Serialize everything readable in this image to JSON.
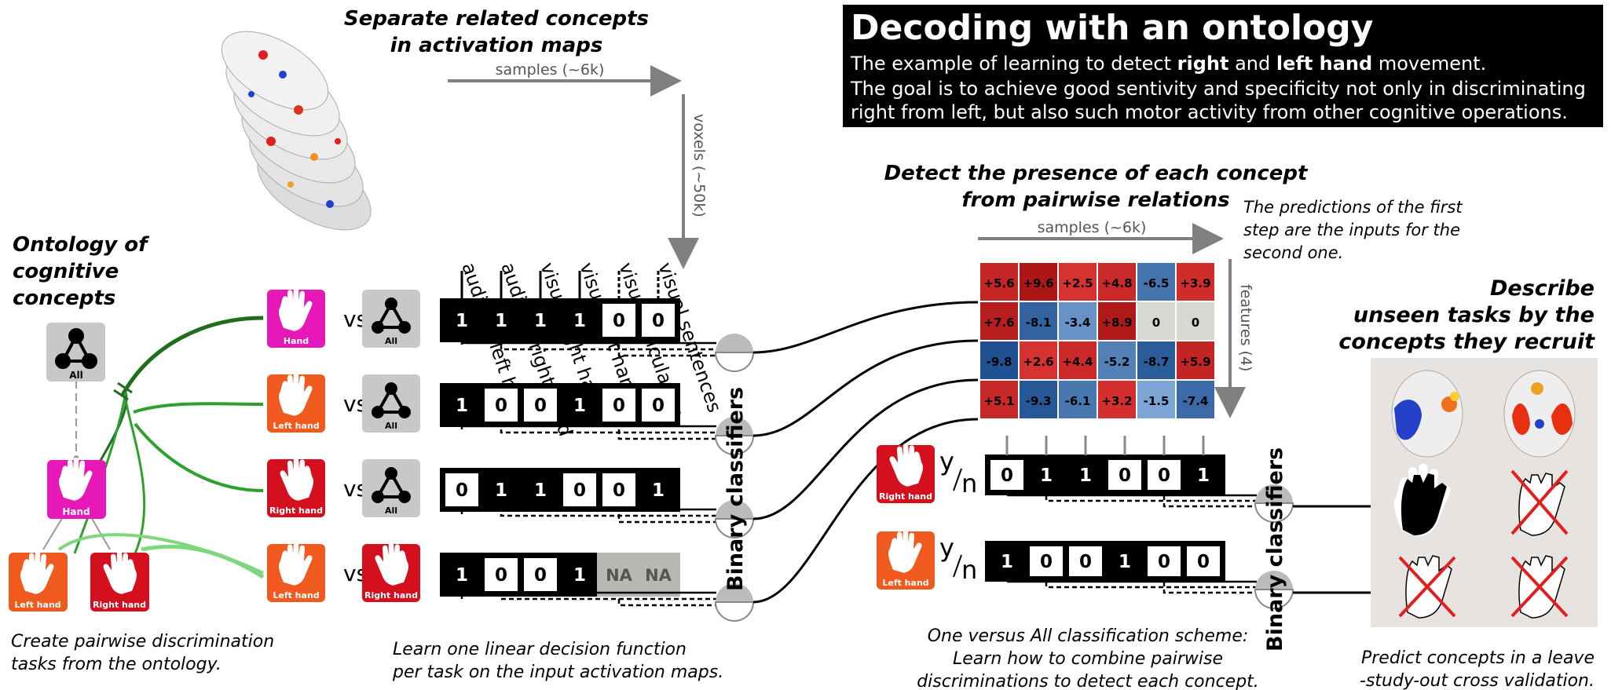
{
  "header": {
    "title": "Decoding with an ontology",
    "line1_pre": "The example of learning to detect ",
    "line1_b1": "right",
    "line1_mid": " and ",
    "line1_b2": "left hand",
    "line1_post": " movement.",
    "line2": "The goal is to achieve good sentivity and specificity not only in discriminating right from left, but also such motor activity from other cognitive operations."
  },
  "ontology": {
    "heading": [
      "Ontology of",
      "cognitive",
      "concepts"
    ],
    "nodes": {
      "all": "All",
      "hand": "Hand",
      "left": "Left hand",
      "right": "Right hand"
    },
    "caption": [
      "Create pairwise discrimination",
      "tasks from the ontology."
    ]
  },
  "maps": {
    "heading": [
      "Separate related concepts",
      "in activation maps"
    ],
    "samples": "samples (~6k)",
    "voxels": "voxels (~50k)",
    "columns": [
      "auditory left hand",
      "auditory right hand",
      "visual right hand",
      "visual left hand",
      "visual calculation",
      "visual sentences"
    ]
  },
  "pairwise": {
    "vs": "vs",
    "rows": [
      {
        "a": "Hand",
        "b": "All",
        "cells": [
          "1",
          "1",
          "1",
          "1",
          "0",
          "0"
        ]
      },
      {
        "a": "Left hand",
        "b": "All",
        "cells": [
          "1",
          "0",
          "0",
          "1",
          "0",
          "0"
        ]
      },
      {
        "a": "Right hand",
        "b": "All",
        "cells": [
          "0",
          "1",
          "1",
          "0",
          "0",
          "1"
        ]
      },
      {
        "a": "Left hand",
        "b": "Right hand",
        "cells": [
          "1",
          "0",
          "0",
          "1",
          "NA",
          "NA"
        ]
      }
    ],
    "classifiers_label": "Binary classifiers",
    "caption": [
      "Learn one linear decision function",
      "per task on the input activation maps."
    ]
  },
  "detect": {
    "heading": [
      "Detect the presence of each concept",
      "from pairwise relations"
    ],
    "note": [
      "The predictions of the first",
      "step are the inputs for the",
      "second one."
    ],
    "samples": "samples (~6k)",
    "features": "features (4)",
    "matrix": [
      [
        "+5.6",
        "+9.6",
        "+2.5",
        "+4.8",
        "-6.5",
        "+3.9"
      ],
      [
        "+7.6",
        "-8.1",
        "-3.4",
        "+8.9",
        "0",
        "0"
      ],
      [
        "-9.8",
        "+2.6",
        "+4.4",
        "-5.2",
        "-8.7",
        "+5.9"
      ],
      [
        "+5.1",
        "-9.3",
        "-6.1",
        "+3.2",
        "-1.5",
        "-7.4"
      ]
    ],
    "yn_y": "y",
    "yn_n": "n",
    "rows": [
      {
        "label": "Right hand",
        "cells": [
          "0",
          "1",
          "1",
          "0",
          "0",
          "1"
        ]
      },
      {
        "label": "Left hand",
        "cells": [
          "1",
          "0",
          "0",
          "1",
          "0",
          "0"
        ]
      }
    ],
    "classifiers_label": "Binary classifiers",
    "caption": [
      "One versus All classification scheme:",
      "Learn how to combine pairwise",
      "discriminations to detect each concept."
    ]
  },
  "describe": {
    "heading": [
      "Describe",
      "unseen tasks by the",
      "concepts they recruit"
    ],
    "caption": [
      "Predict concepts in a leave",
      "-study-out cross validation."
    ]
  },
  "colors": {
    "magenta": "#e619b8",
    "orange": "#f05a1e",
    "red": "#d4101e",
    "gray": "#c8c8c8",
    "green_dark": "#1e6e1e",
    "green_mid": "#2ea02e",
    "green_light": "#7ed67e"
  }
}
